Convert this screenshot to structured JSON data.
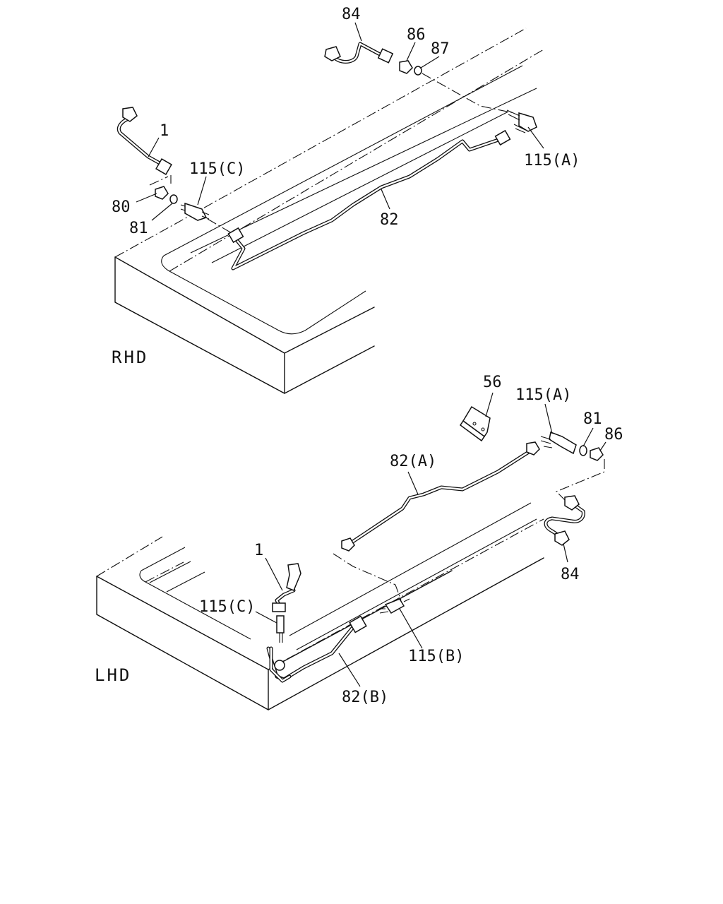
{
  "sections": {
    "rhd": "RHD",
    "lhd": "LHD"
  },
  "labels": {
    "rhd": {
      "p84": "84",
      "p86": "86",
      "p87": "87",
      "p1": "1",
      "p115c": "115(C)",
      "p115a": "115(A)",
      "p80": "80",
      "p81": "81",
      "p82": "82"
    },
    "lhd": {
      "p56": "56",
      "p115a": "115(A)",
      "p81": "81",
      "p86": "86",
      "p82a": "82(A)",
      "p84": "84",
      "p1": "1",
      "p115c": "115(C)",
      "p115b": "115(B)",
      "p82b": "82(B)"
    }
  }
}
